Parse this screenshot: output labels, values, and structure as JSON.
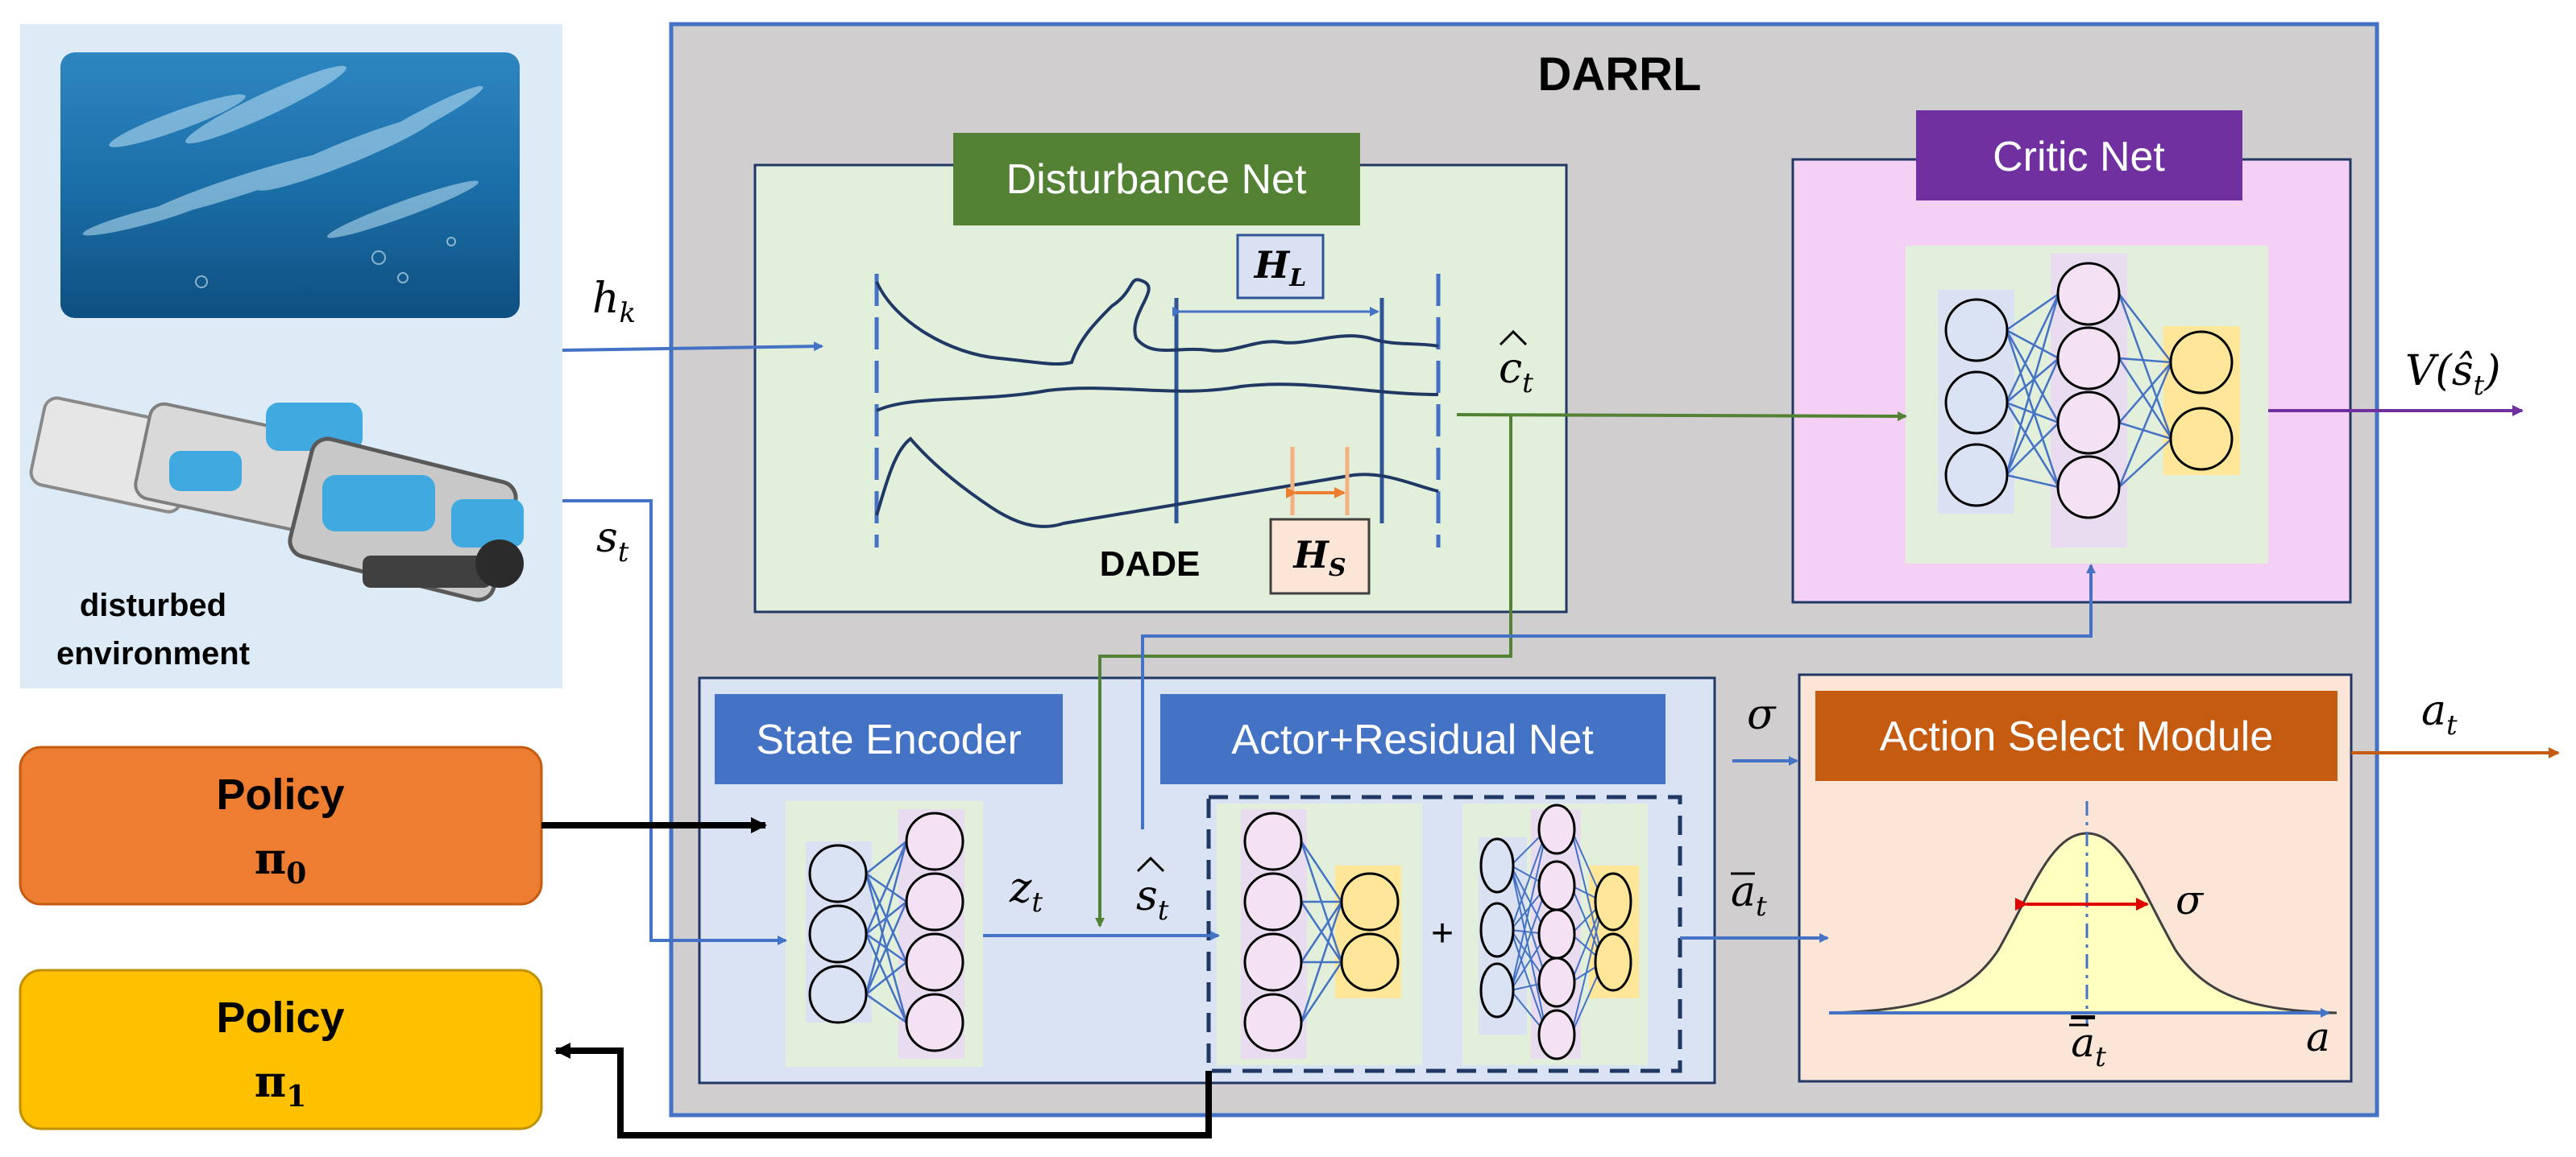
{
  "title": "DARRL",
  "environment": {
    "label_line1": "disturbed",
    "label_line2": "environment"
  },
  "policies": {
    "pi0": {
      "label": "Policy",
      "symbol": "π",
      "subscript": "0",
      "color": "#ED7D31"
    },
    "pi1": {
      "label": "Policy",
      "symbol": "π",
      "subscript": "1",
      "color": "#FFC000"
    }
  },
  "disturbance_net": {
    "title": "Disturbance Net",
    "method": "DADE",
    "window_long": {
      "symbol": "H",
      "subscript": "L"
    },
    "window_short": {
      "symbol": "H",
      "subscript": "S"
    },
    "title_color": "#548235"
  },
  "critic_net": {
    "title": "Critic Net",
    "output": "V(ŝ",
    "output_sub": "t",
    "output_close": ")",
    "title_color": "#7030A0"
  },
  "state_encoder": {
    "title": "State Encoder",
    "title_color": "#4472C4"
  },
  "actor_residual": {
    "title": "Actor+Residual Net",
    "plus": "+",
    "title_color": "#4472C4"
  },
  "action_select": {
    "title": "Action Select Module",
    "sigma": "σ",
    "mean_label": "a",
    "mean_sub": "t",
    "axis_label": "a",
    "title_color": "#C55A11"
  },
  "signals": {
    "h_k": {
      "base": "h",
      "sub": "k"
    },
    "s_t": {
      "base": "s",
      "sub": "t"
    },
    "c_hat_t": {
      "base": "c",
      "sub": "t"
    },
    "z_t": {
      "base": "z",
      "sub": "t"
    },
    "s_hat_t": {
      "base": "s",
      "sub": "t"
    },
    "a_bar_t": {
      "base": "a",
      "sub": "t"
    },
    "sigma": "σ",
    "a_t": {
      "base": "a",
      "sub": "t"
    }
  },
  "colors": {
    "blue_line": "#4472C4",
    "green_line": "#548235",
    "purple_line": "#7030A0",
    "orange_line": "#C55A11",
    "darrl_bg": "#D0CECE",
    "disturbance_bg": "#E2EFDA",
    "critic_bg": "#F4D0F4",
    "encoder_bg": "#DAE3F3",
    "action_bg": "#FBE5D6"
  }
}
